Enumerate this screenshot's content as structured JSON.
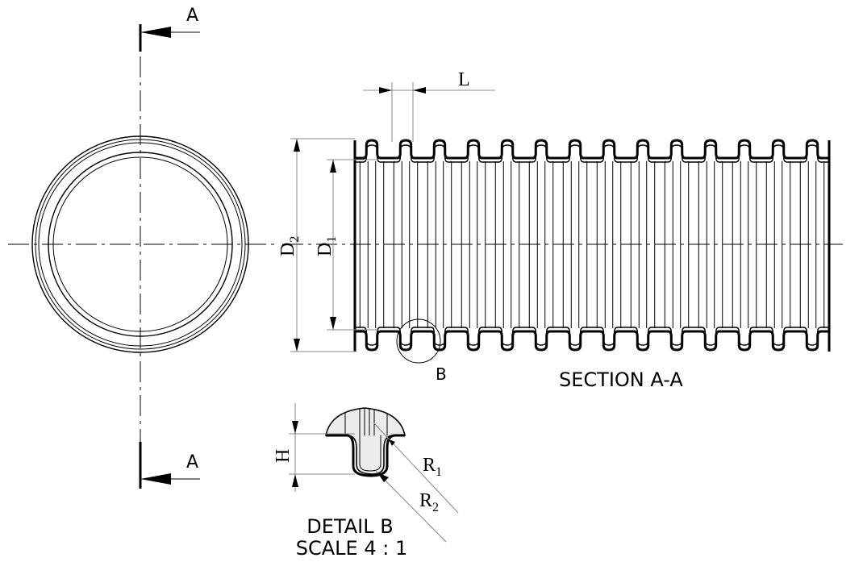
{
  "labels": {
    "section_mark_top": "A",
    "section_mark_bottom": "A",
    "pitch": "L",
    "outer_diameter": {
      "main": "D",
      "sub": "2"
    },
    "inner_diameter": {
      "main": "D",
      "sub": "1"
    },
    "detail_callout": "B",
    "section_title": "SECTION A-A",
    "corrugation_height": "H",
    "radius_1": {
      "main": "R",
      "sub": "1"
    },
    "radius_2": {
      "main": "R",
      "sub": "2"
    },
    "detail_title": "DETAIL B",
    "detail_scale": "SCALE 4 : 1"
  },
  "section": {
    "corrugation_count": 14
  }
}
